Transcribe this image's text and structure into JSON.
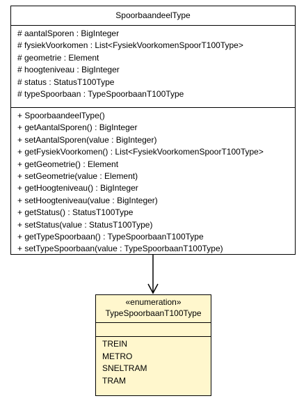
{
  "main_class": {
    "name": "SpoorbaandeelType",
    "attributes": [
      "# aantalSporen : BigInteger",
      "# fysiekVoorkomen : List<FysiekVoorkomenSpoorT100Type>",
      "# geometrie : Element",
      "# hoogteniveau : BigInteger",
      "# status : StatusT100Type",
      "# typeSpoorbaan : TypeSpoorbaanT100Type"
    ],
    "operations": [
      "+ SpoorbaandeelType()",
      "+ getAantalSporen() : BigInteger",
      "+ setAantalSporen(value : BigInteger)",
      "+ getFysiekVoorkomen() : List<FysiekVoorkomenSpoorT100Type>",
      "+ getGeometrie() : Element",
      "+ setGeometrie(value : Element)",
      "+ getHoogteniveau() : BigInteger",
      "+ setHoogteniveau(value : BigInteger)",
      "+ getStatus() : StatusT100Type",
      "+ setStatus(value : StatusT100Type)",
      "+ getTypeSpoorbaan() : TypeSpoorbaanT100Type",
      "+ setTypeSpoorbaan(value : TypeSpoorbaanT100Type)"
    ]
  },
  "enum_class": {
    "stereotype": "«enumeration»",
    "name": "TypeSpoorbaanT100Type",
    "literals": [
      "TREIN",
      "METRO",
      "SNELTRAM",
      "TRAM"
    ],
    "fill_color": "#fff7cd"
  }
}
